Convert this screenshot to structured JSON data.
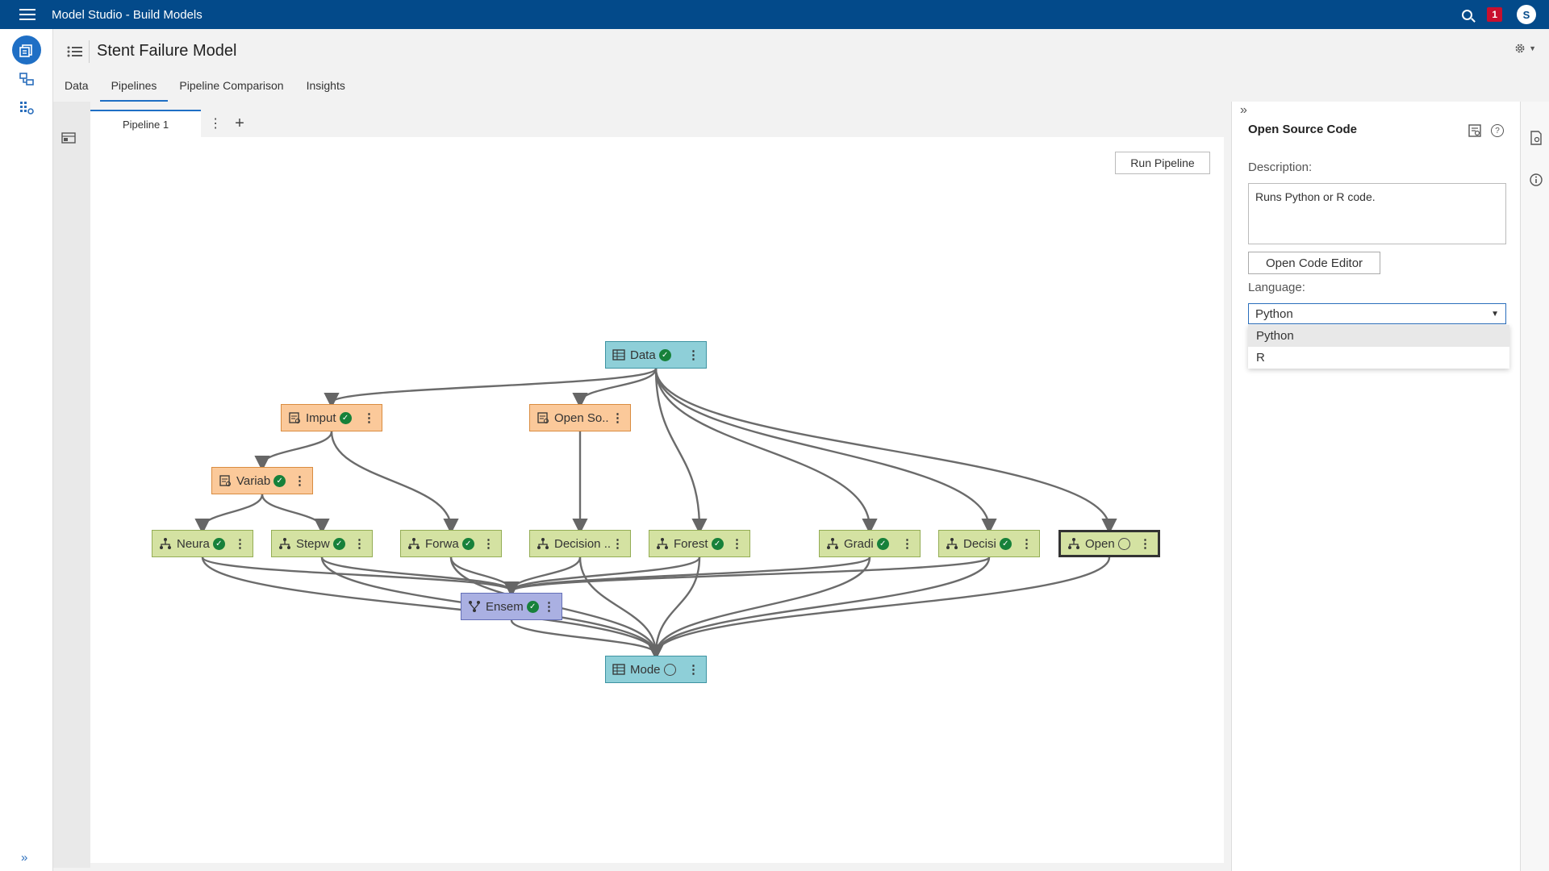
{
  "app": {
    "title": "Model Studio - Build Models",
    "notifications": "1",
    "user_initial": "S"
  },
  "project": {
    "title": "Stent Failure Model"
  },
  "tabs": [
    {
      "label": "Data"
    },
    {
      "label": "Pipelines"
    },
    {
      "label": "Pipeline Comparison"
    },
    {
      "label": "Insights"
    }
  ],
  "pipeline_tab": {
    "label": "Pipeline 1",
    "add": "+"
  },
  "canvas": {
    "run_label": "Run Pipeline",
    "nodes": [
      {
        "id": "data",
        "label": "Data",
        "status": "done",
        "kind": "data"
      },
      {
        "id": "imputation",
        "label": "Imput",
        "status": "done",
        "kind": "prep"
      },
      {
        "id": "opensource1",
        "label": "Open So..",
        "status": "",
        "kind": "prep"
      },
      {
        "id": "varsel",
        "label": "Variab",
        "status": "done",
        "kind": "prep"
      },
      {
        "id": "neural",
        "label": "Neura",
        "status": "done",
        "kind": "model"
      },
      {
        "id": "stepwise",
        "label": "Stepw",
        "status": "done",
        "kind": "model"
      },
      {
        "id": "forward",
        "label": "Forwa",
        "status": "done",
        "kind": "model"
      },
      {
        "id": "dtree",
        "label": "Decision ..",
        "status": "",
        "kind": "model"
      },
      {
        "id": "forest",
        "label": "Forest",
        "status": "done",
        "kind": "model"
      },
      {
        "id": "gradient",
        "label": "Gradi",
        "status": "done",
        "kind": "model"
      },
      {
        "id": "dtree2",
        "label": "Decisi",
        "status": "done",
        "kind": "model"
      },
      {
        "id": "opensource2",
        "label": "Open",
        "status": "pending",
        "kind": "model"
      },
      {
        "id": "ensemble",
        "label": "Ensem",
        "status": "done",
        "kind": "ens"
      },
      {
        "id": "modelcomp",
        "label": "Mode",
        "status": "pending",
        "kind": "data"
      }
    ]
  },
  "panel": {
    "title": "Open Source Code",
    "description_label": "Description:",
    "description": "Runs Python or R code.",
    "open_editor_label": "Open Code Editor",
    "language_label": "Language:",
    "language_value": "Python",
    "language_options": [
      "Python",
      "R"
    ]
  },
  "colors": {
    "topbar": "#034a8a",
    "accent": "#1f6fc5",
    "success": "#17813a"
  }
}
